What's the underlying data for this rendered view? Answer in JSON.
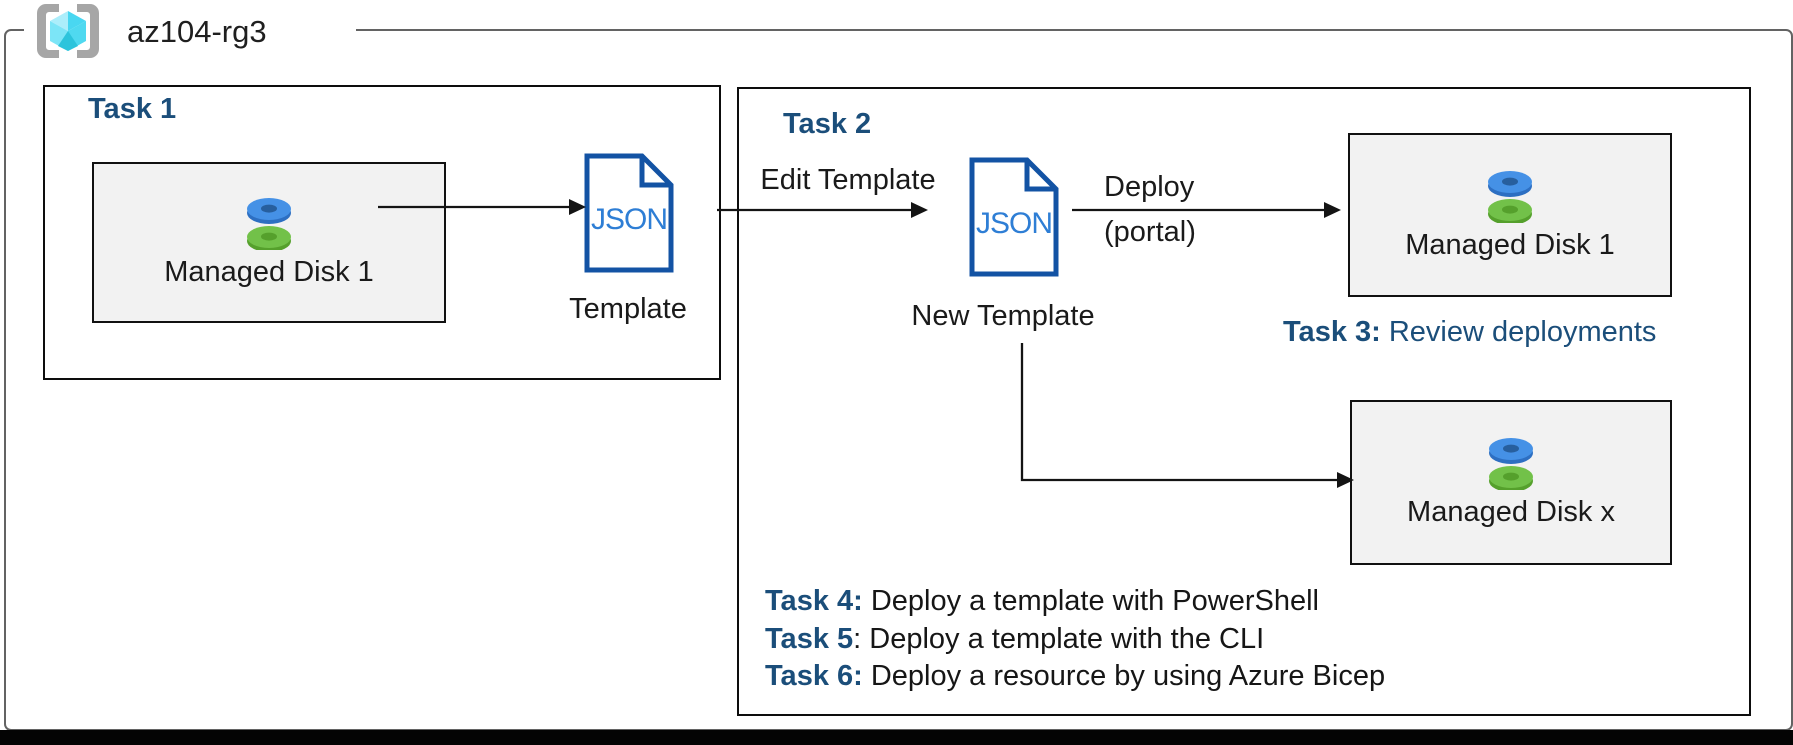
{
  "header": {
    "resource_group_name": "az104-rg3"
  },
  "task1": {
    "title": "Task 1",
    "managed_disk_label": "Managed Disk 1",
    "template_doc_text": "JSON",
    "template_label": "Template"
  },
  "task2": {
    "title": "Task 2",
    "edit_template_label": "Edit Template",
    "template_doc_text": "JSON",
    "new_template_label": "New Template",
    "deploy_line1": "Deploy",
    "deploy_line2": "(portal)",
    "managed_disk_1_label": "Managed Disk 1",
    "managed_disk_x_label": "Managed Disk x",
    "task3": {
      "prefix": "Task 3:",
      "text": " Review deployments"
    },
    "task_list": [
      {
        "prefix": "Task 4:",
        "text": " Deploy a template with PowerShell"
      },
      {
        "prefix": "Task 5",
        "text": ": Deploy a template with the CLI"
      },
      {
        "prefix": "Task 6:",
        "text": " Deploy a resource by using Azure Bicep"
      }
    ]
  },
  "colors": {
    "task_heading_blue": "#1b4e7a",
    "doc_border_blue": "#1353a4",
    "doc_text_blue": "#2e7ed5",
    "disk_blue": "#4591e6",
    "disk_green": "#72c149",
    "resource_box_fill": "#f2f2f2",
    "cube_cyan": "#49d7f1",
    "bracket_gray": "#a6a6a6"
  }
}
